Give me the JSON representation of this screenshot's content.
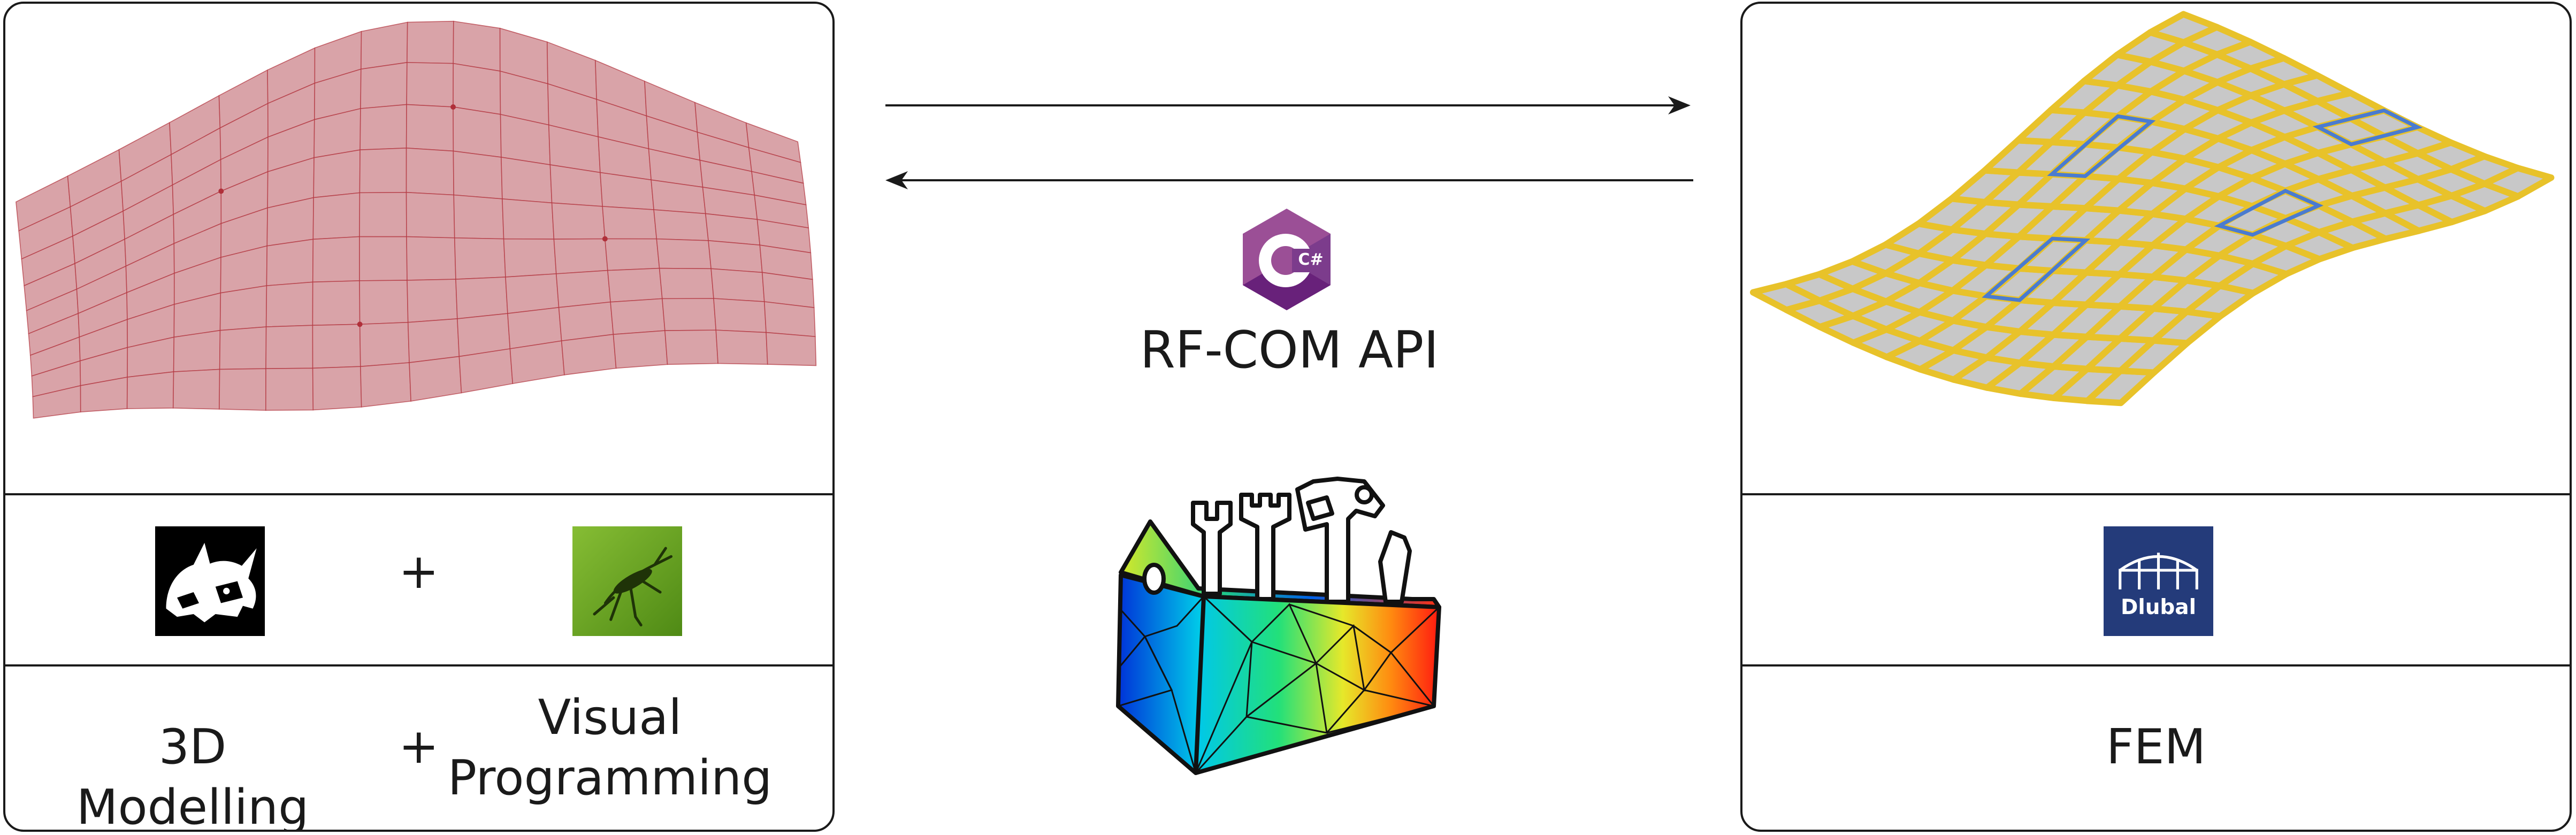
{
  "left_panel": {
    "tools_separator": "+",
    "labels": {
      "modelling": "3D Modelling",
      "separator": "+",
      "programming_line1": "Visual",
      "programming_line2": "Programming"
    },
    "logos": [
      "rhino-logo",
      "grasshopper-logo"
    ]
  },
  "center": {
    "arrows": [
      "right-arrow",
      "left-arrow"
    ],
    "api_icon": "csharp-icon",
    "api_icon_glyph": "C#",
    "api_label": "RF-COM API",
    "toolbox_icon": "toolbox-icon"
  },
  "right_panel": {
    "logo": "dlubal-logo",
    "logo_text": "Dlubal",
    "label": "FEM"
  },
  "colors": {
    "surface_fill": "#d9a3a8",
    "surface_line": "#b0303a",
    "frame_yellow": "#e8c22a",
    "frame_gray": "#c8c8c8",
    "frame_blue": "#4a7bd0",
    "dlubal_blue": "#243b7a",
    "csharp_purple": "#68217a",
    "grasshopper_green": "#6aa021"
  }
}
